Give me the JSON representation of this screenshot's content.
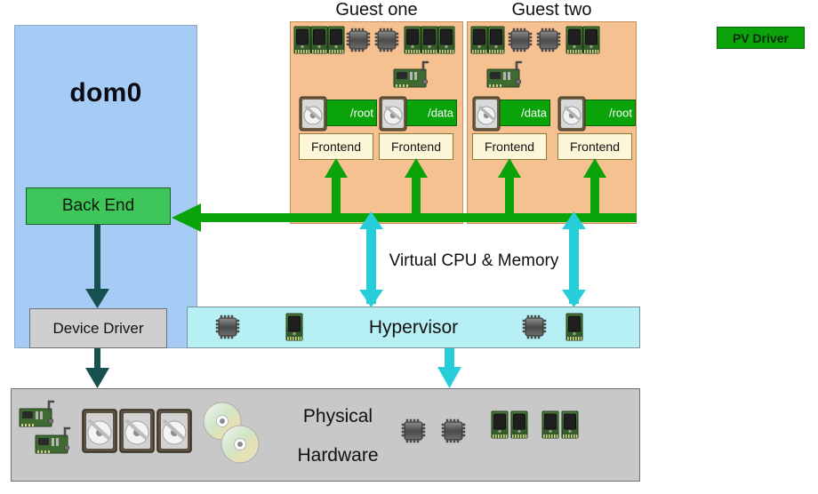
{
  "legend": {
    "pv_driver_label": "PV Driver",
    "color": "#0aa30a"
  },
  "dom0": {
    "title": "dom0",
    "bg_color": "#a6ccf5",
    "back_end_label": "Back End",
    "back_end_color": "#3ec65a",
    "device_driver_label": "Device Driver",
    "device_driver_color": "#cfcfcf"
  },
  "guests": [
    {
      "title": "Guest one",
      "bg_color": "#f5c191",
      "top_hardware": [
        "ram-module-icon",
        "ram-module-icon",
        "ram-module-icon",
        "cpu-chip-icon",
        "cpu-chip-icon",
        "ram-module-icon",
        "ram-module-icon",
        "ram-module-icon"
      ],
      "nic": "network-card-icon",
      "devices": [
        {
          "mount": "/root",
          "frontend_label": "Frontend",
          "icon": "hard-disk-icon"
        },
        {
          "mount": "/data",
          "frontend_label": "Frontend",
          "icon": "hard-disk-icon"
        }
      ]
    },
    {
      "title": "Guest two",
      "bg_color": "#f5c191",
      "top_hardware": [
        "ram-module-icon",
        "ram-module-icon",
        "cpu-chip-icon",
        "cpu-chip-icon",
        "ram-module-icon",
        "ram-module-icon"
      ],
      "nic": "network-card-icon",
      "devices": [
        {
          "mount": "/data",
          "frontend_label": "Frontend",
          "icon": "hard-disk-icon"
        },
        {
          "mount": "/root",
          "frontend_label": "Frontend",
          "icon": "hard-disk-icon"
        }
      ]
    }
  ],
  "hypervisor": {
    "label": "Hypervisor",
    "bg_color": "#b6f0f4",
    "icons": [
      "cpu-chip-icon",
      "ram-module-icon",
      "cpu-chip-icon",
      "ram-module-icon"
    ]
  },
  "connections": {
    "virtual_cpu_memory_label": "Virtual CPU & Memory",
    "pv_path_color": "#0aa30a",
    "vcpu_arrow_color": "#27ced9",
    "device_path_color": "#16514f"
  },
  "physical_hardware": {
    "line1": "Physical",
    "line2": "Hardware",
    "bg_color": "#c8c8c8",
    "icons": [
      "network-card-icon",
      "network-card-icon",
      "hard-disk-icon",
      "hard-disk-icon",
      "hard-disk-icon",
      "optical-disc-icon",
      "optical-disc-icon",
      "cpu-chip-icon",
      "cpu-chip-icon",
      "ram-module-icon",
      "ram-module-icon",
      "ram-module-icon",
      "ram-module-icon"
    ]
  }
}
